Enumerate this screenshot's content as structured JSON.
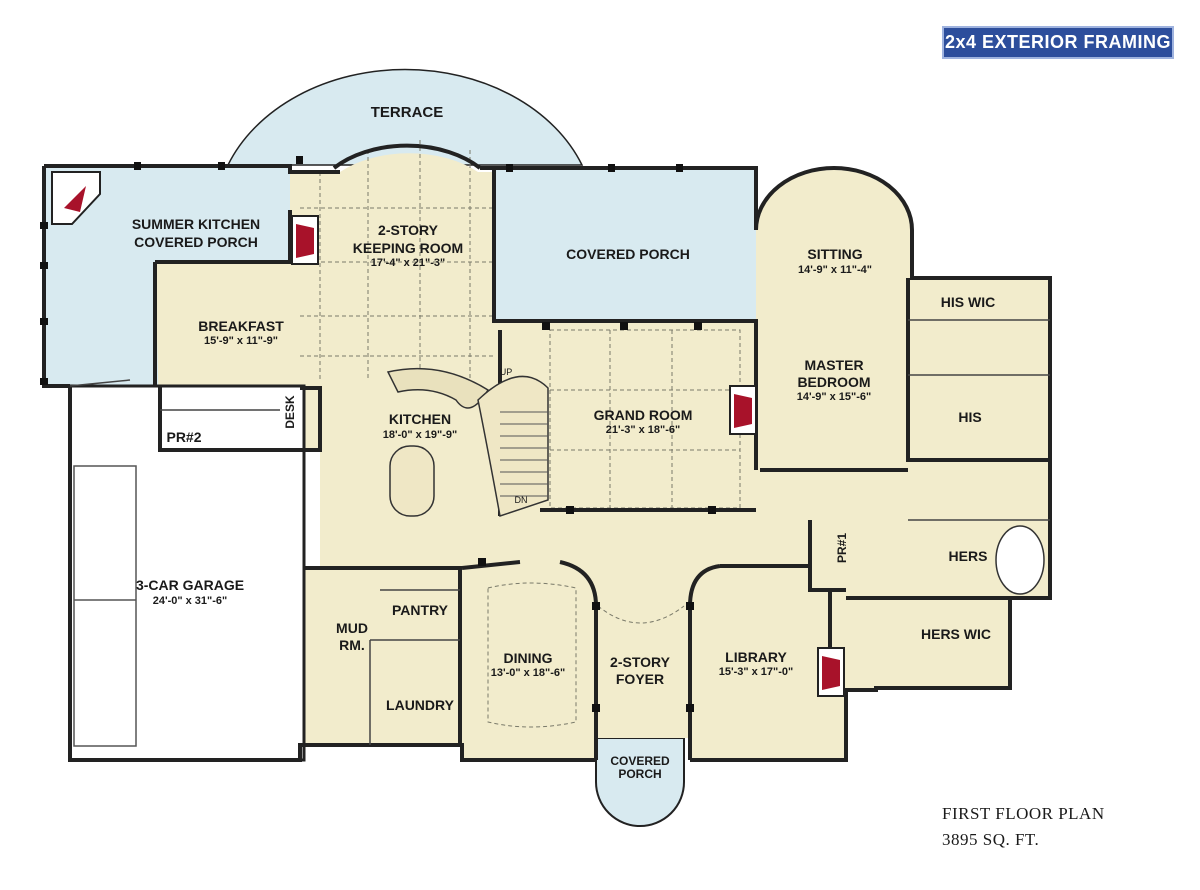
{
  "badge": "2x4 EXTERIOR FRAMING",
  "plan_title": "FIRST FLOOR PLAN",
  "plan_area": "3895 SQ. FT.",
  "rooms": {
    "terrace": "TERRACE",
    "summer_kitchen_1": "SUMMER KITCHEN",
    "summer_kitchen_2": "COVERED PORCH",
    "keeping_1": "2-STORY",
    "keeping_2": "KEEPING ROOM",
    "keeping_dim": "17'-4\" x 21\"-3\"",
    "covered_porch": "COVERED PORCH",
    "sitting": "SITTING",
    "sitting_dim": "14'-9\" x 11\"-4\"",
    "his_wic": "HIS WIC",
    "breakfast": "BREAKFAST",
    "breakfast_dim": "15'-9\" x 11\"-9\"",
    "master_1": "MASTER",
    "master_2": "BEDROOM",
    "master_dim": "14'-9\" x 15\"-6\"",
    "his": "HIS",
    "kitchen": "KITCHEN",
    "kitchen_dim": "18'-0\" x 19\"-9\"",
    "grand": "GRAND ROOM",
    "grand_dim": "21'-3\" x 18\"-6\"",
    "pr2": "PR#2",
    "desk": "DESK",
    "up": "UP",
    "dn": "DN",
    "pr1": "PR#1",
    "hers": "HERS",
    "garage": "3-CAR GARAGE",
    "garage_dim": "24'-0\" x 31\"-6\"",
    "pantry": "PANTRY",
    "mud_1": "MUD",
    "mud_2": "RM.",
    "laundry": "LAUNDRY",
    "dining": "DINING",
    "dining_dim": "13'-0\" x 18\"-6\"",
    "foyer_1": "2-STORY",
    "foyer_2": "FOYER",
    "library": "LIBRARY",
    "library_dim": "15'-3\" x 17\"-0\"",
    "hers_wic": "HERS WIC",
    "entry_porch_1": "COVERED",
    "entry_porch_2": "PORCH"
  },
  "colors": {
    "interior": "#f2eccc",
    "porch": "#d8eaf0",
    "fireplace": "#a8122a",
    "badge": "#2d4e9c"
  }
}
